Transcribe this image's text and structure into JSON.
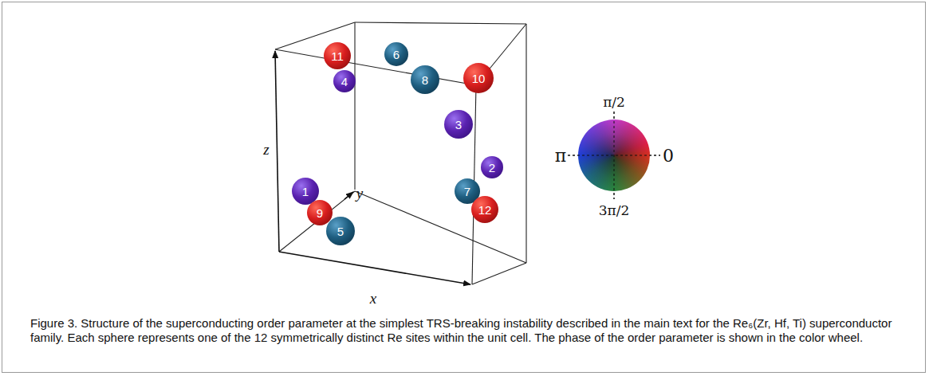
{
  "diagram": {
    "caption": "Figure 3. Structure of the superconducting order parameter at the simplest TRS-breaking instability described in the main text for the Re₆(Zr, Hf, Ti) superconductor family. Each sphere represents one of the 12 symmetrically distinct Re sites within the unit cell. The phase of the order parameter is shown in the color wheel.",
    "nodes": [
      {
        "text": [
          "1"
        ]
      },
      {
        "text": [
          "2"
        ]
      },
      {
        "text": [
          "3"
        ]
      },
      {
        "text": [
          "4"
        ]
      },
      {
        "text": [
          "5"
        ]
      },
      {
        "text": [
          "6"
        ]
      },
      {
        "text": [
          "7"
        ]
      },
      {
        "text": [
          "8"
        ]
      },
      {
        "text": [
          "9"
        ]
      },
      {
        "text": [
          "10"
        ]
      },
      {
        "text": [
          "11"
        ]
      },
      {
        "text": [
          "12"
        ]
      }
    ],
    "labels": [
      "z",
      "y",
      "x",
      "π/2",
      "π",
      "0",
      "3π/2"
    ]
  }
}
